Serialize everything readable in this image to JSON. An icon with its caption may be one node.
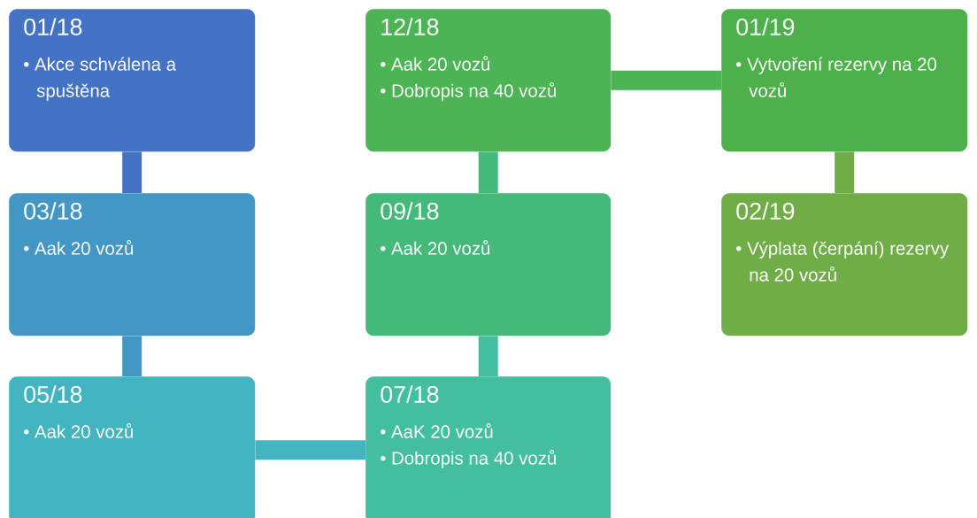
{
  "diagram": {
    "nodes": [
      {
        "text": [
          "01/18",
          "• Akce schválena a spuštěna"
        ]
      },
      {
        "text": [
          "03/18",
          "• Aak 20 vozů"
        ]
      },
      {
        "text": [
          "05/18",
          "• Aak 20 vozů"
        ]
      },
      {
        "text": [
          "07/18",
          "• AaK 20 vozů",
          "• Dobropis na 40 vozů"
        ]
      },
      {
        "text": [
          "09/18",
          "• Aak 20 vozů"
        ]
      },
      {
        "text": [
          "12/18",
          "• Aak 20 vozů",
          "• Dobropis na 40 vozů"
        ]
      },
      {
        "text": [
          "01/19",
          "• Vytvoření rezervy na 20 vozů"
        ]
      },
      {
        "text": [
          "02/19",
          "• Výplata (čerpání) rezervy na 20 vozů"
        ]
      }
    ],
    "edges": [
      {
        "from": 0,
        "to": 1,
        "arrow": "none",
        "color": "#4472c4"
      },
      {
        "from": 1,
        "to": 2,
        "arrow": "none",
        "color": "#4397c4"
      },
      {
        "from": 2,
        "to": 3,
        "arrow": "none",
        "color": "#43b5c0"
      },
      {
        "from": 3,
        "to": 4,
        "arrow": "none",
        "color": "#43bf9f"
      },
      {
        "from": 4,
        "to": 5,
        "arrow": "none",
        "color": "#45b97a"
      },
      {
        "from": 5,
        "to": 6,
        "arrow": "none",
        "color": "#4cb454"
      },
      {
        "from": 6,
        "to": 7,
        "arrow": "none",
        "color": "#70ad47"
      }
    ]
  }
}
